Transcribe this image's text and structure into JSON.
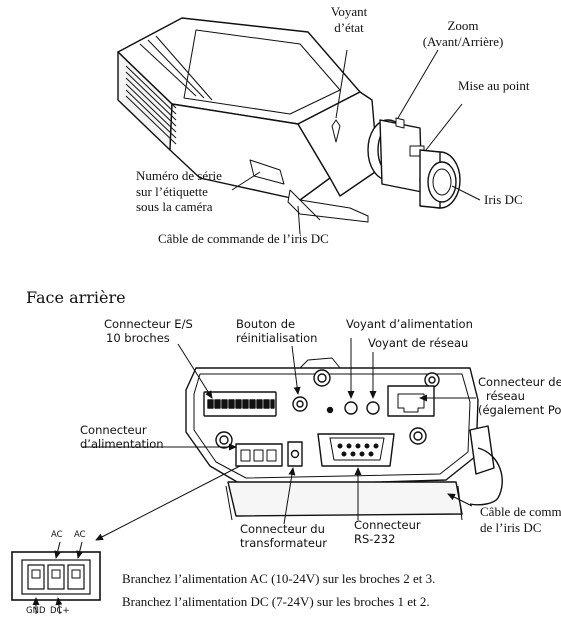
{
  "camera": {
    "status_led": [
      "Voyant",
      "d’état"
    ],
    "zoom": [
      "Zoom",
      "(Avant/Arrière)"
    ],
    "focus": "Mise au point",
    "serial": [
      "Numéro de série",
      "sur l’étiquette",
      "sous la caméra"
    ],
    "dc_iris": "Iris DC",
    "iris_cable": "Câble de commande de l’iris DC"
  },
  "rear": {
    "heading": "Face arrière",
    "io": [
      "Connecteur E/S",
      "10 broches"
    ],
    "reset": [
      "Bouton de",
      "réinitialisation"
    ],
    "power_led": "Voyant d’alimentation",
    "network_led": "Voyant de réseau",
    "network_conn": [
      "Connecteur de",
      "réseau",
      "(également Po"
    ],
    "power_conn": [
      "Connecteur",
      "d’alimentation"
    ],
    "iris_cable": [
      "Câble de comm",
      "de l’iris DC"
    ],
    "transformer": [
      "Connecteur du",
      "transformateur"
    ],
    "rs232": [
      "Connecteur",
      "RS-232"
    ]
  },
  "pins": {
    "ac1": "AC",
    "ac2": "AC",
    "gnd": "GND",
    "dcplus": "DC+",
    "note_ac": "Branchez l’alimentation AC (10-24V) sur les broches 2 et 3.",
    "note_dc": "Branchez l’alimentation DC (7-24V) sur les broches 1 et 2."
  }
}
